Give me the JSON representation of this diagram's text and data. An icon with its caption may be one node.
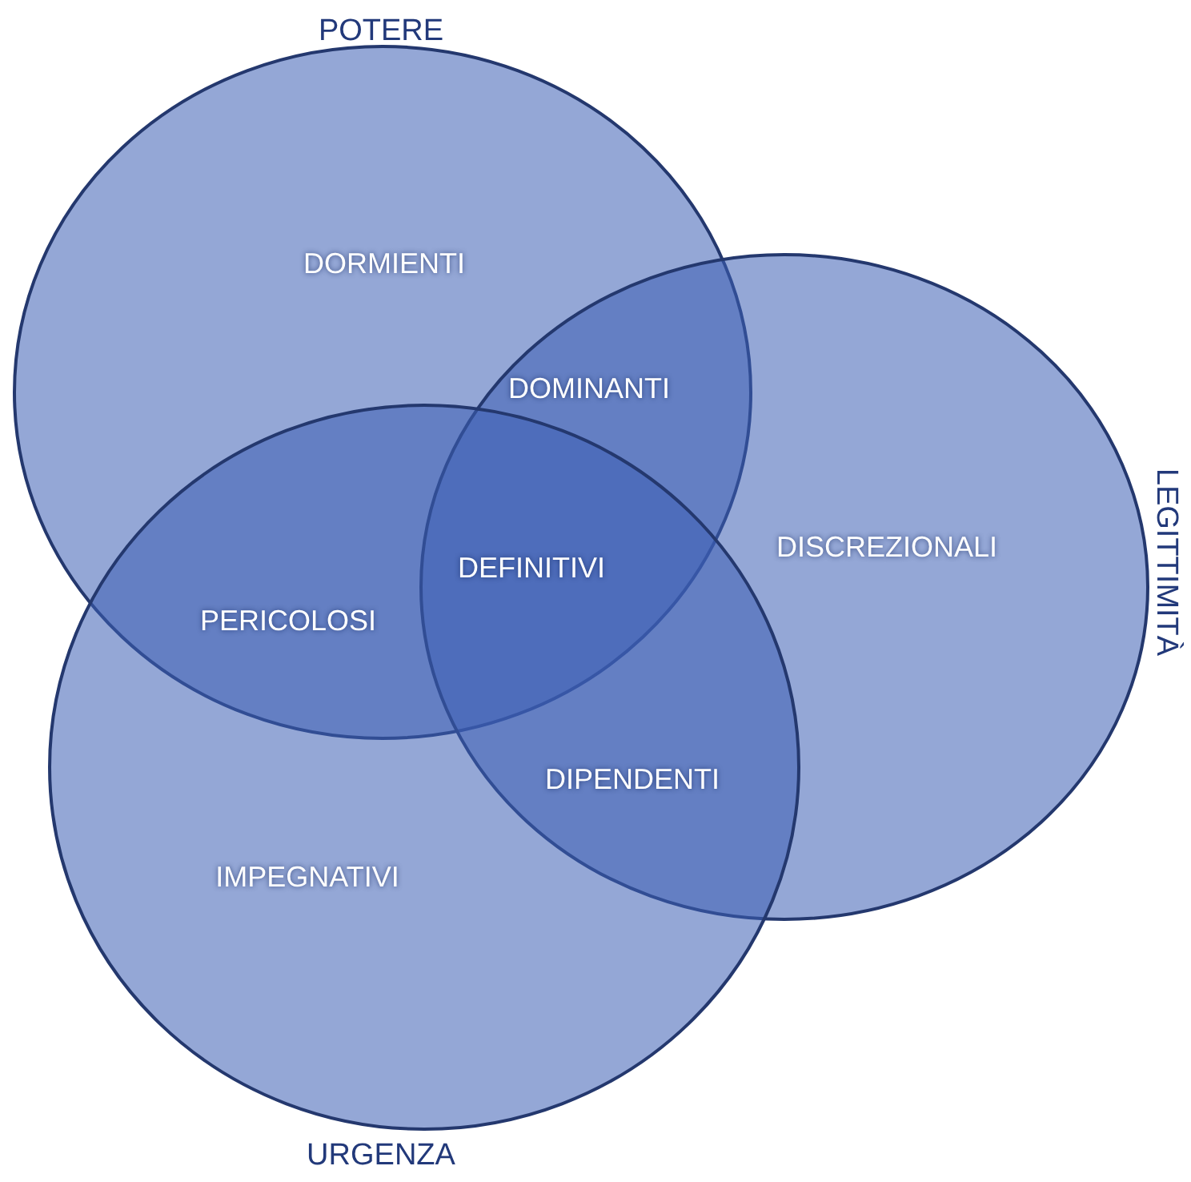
{
  "diagram": {
    "nodes": [
      {
        "text": [
          "POTERE",
          "DORMIENTI"
        ]
      },
      {
        "text": [
          "LEGITTIMITÀ",
          "DISCREZIONALI"
        ]
      },
      {
        "text": [
          "IMPEGNATIVI",
          "URGENZA"
        ]
      }
    ],
    "labels": [
      "DOMINANTI",
      "DEFINITIVI",
      "PERICOLOSI",
      "DIPENDENTI"
    ]
  }
}
